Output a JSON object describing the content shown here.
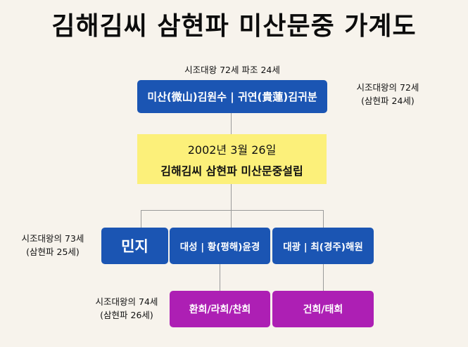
{
  "title": "김해김씨 삼현파 미산문중 가계도",
  "founder": {
    "caption": "시조대왕 72세 파조 24세",
    "name": "미산(微山)김원수 | 귀연(貴蓮)김귀분",
    "side_note_line1": "시조대왕의 72세",
    "side_note_line2": "(삼현파 24세)"
  },
  "establishment": {
    "date": "2002년 3월 26일",
    "name": "김해김씨 삼현파 미산문중설립"
  },
  "gen73": {
    "note_line1": "시조대왕의 73세",
    "note_line2": "(삼현파 25세)",
    "child1": "민지",
    "child2": "대성 | 황(평해)윤경",
    "child3": "대광 | 최(경주)해원"
  },
  "gen74": {
    "note_line1": "시조대왕의 74세",
    "note_line2": "(삼현파 26세)",
    "group1": "환희/라희/찬희",
    "group2": "건희/태희"
  }
}
